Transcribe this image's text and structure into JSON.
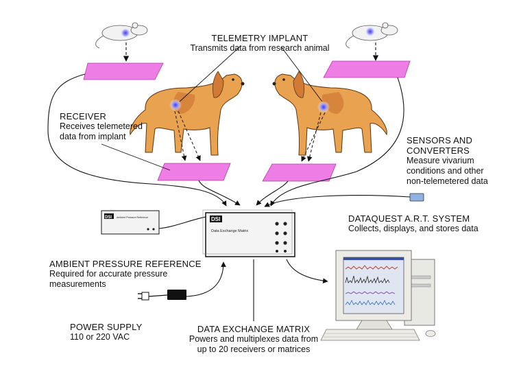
{
  "telemetry_implant": {
    "title": "TELEMETRY IMPLANT",
    "desc": "Transmits data from research animal"
  },
  "receiver": {
    "title": "RECEIVER",
    "desc_line1": "Receives telemetered",
    "desc_line2": "data from implant"
  },
  "sensors": {
    "title_line1": "SENSORS AND",
    "title_line2": "CONVERTERS",
    "desc_line1": "Measure vivarium",
    "desc_line2": "conditions and other",
    "desc_line3": "non-telemetered data"
  },
  "dataquest": {
    "title": "DATAQUEST A.R.T. SYSTEM",
    "desc": "Collects, displays, and stores data"
  },
  "ambient": {
    "title": "AMBIENT PRESSURE REFERENCE",
    "desc_line1": "Required for accurate pressure",
    "desc_line2": "measurements"
  },
  "power": {
    "title": "POWER SUPPLY",
    "desc": "110 or 220 VAC"
  },
  "matrix": {
    "title": "DATA EXCHANGE MATRIX",
    "desc_line1": "Powers and multiplexes data from",
    "desc_line2": "up to 20 receivers or matrices"
  },
  "device_text": {
    "matrix_logo": "DSI",
    "matrix_label": "Data Exchange Matrix",
    "apr_logo": "DSI",
    "apr_label": "Ambient Pressure Reference"
  },
  "colors": {
    "receiver": "#ee7de6",
    "receiver_edge": "#b23ca8",
    "dog": "#e9a24f",
    "dog_shade": "#d07a36",
    "implant": "#8e8ef0",
    "screen_bg": "#dfe6f2"
  }
}
